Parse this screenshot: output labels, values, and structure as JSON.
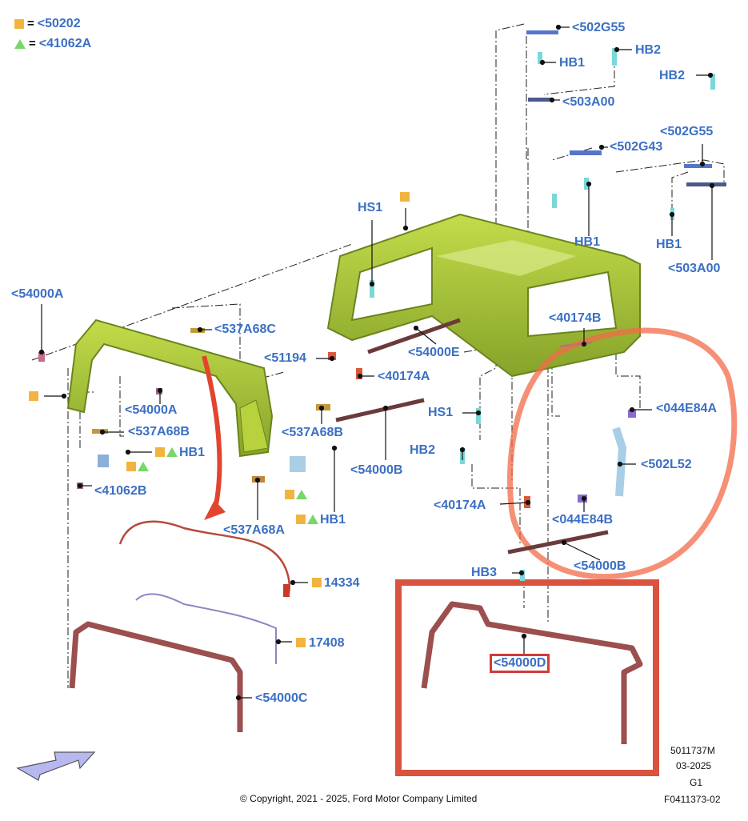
{
  "legend": [
    {
      "symbol": "square",
      "color": "#f2b441",
      "ref": "<50202"
    },
    {
      "symbol": "triangle",
      "color": "#78d66a",
      "ref": "<41062A"
    }
  ],
  "callouts": {
    "c502g55_top": "<502G55",
    "hb2_top": "HB2",
    "hb1_top": "HB1",
    "hb2_right": "HB2",
    "c503a00_top": "<503A00",
    "c502g55_right": "<502G55",
    "c502g43": "<502G43",
    "hb1_mid": "HB1",
    "hb1_right": "HB1",
    "c503a00_right": "<503A00",
    "hs1_top": "HS1",
    "c54000a_left": "<54000A",
    "c537a68c": "<537A68C",
    "c40174b": "<40174B",
    "c51194": "<51194",
    "c54000e": "<54000E",
    "c40174a_mid": "<40174A",
    "c044e84a": "<044E84A",
    "c54000a_mid": "<54000A",
    "hs1_mid": "HS1",
    "c537a68b_left": "<537A68B",
    "c537a68b_right": "<537A68B",
    "hb1_left": "HB1",
    "c502l52": "<502L52",
    "hb2_mid": "HB2",
    "c54000b_mid": "<54000B",
    "c41062b": "<41062B",
    "c40174a_low": "<40174A",
    "c044e84b": "<044E84B",
    "c537a68a": "<537A68A",
    "hb1_low": "HB1",
    "c54000b_right": "<54000B",
    "c14334": "14334",
    "hb3": "HB3",
    "c54000d": "<54000D",
    "c17408": "17408",
    "c54000c": "<54000C"
  },
  "footer": {
    "copyright": "© Copyright, 2021 - 2025, Ford Motor Company Limited",
    "code1": "5011737M",
    "code2": "03-2025",
    "code3": "G1",
    "code4": "F0411373-02"
  },
  "colors": {
    "label": "#3b6fc4",
    "bar": "#a8c832",
    "highlight_circle": "#f26b4a",
    "highlight_box": "#d9533f",
    "tube": "#9b4f4f",
    "harness_red": "#b84a3a",
    "harness_blue": "#8f86c4"
  },
  "icons": [
    "orientation-arrow-icon"
  ]
}
